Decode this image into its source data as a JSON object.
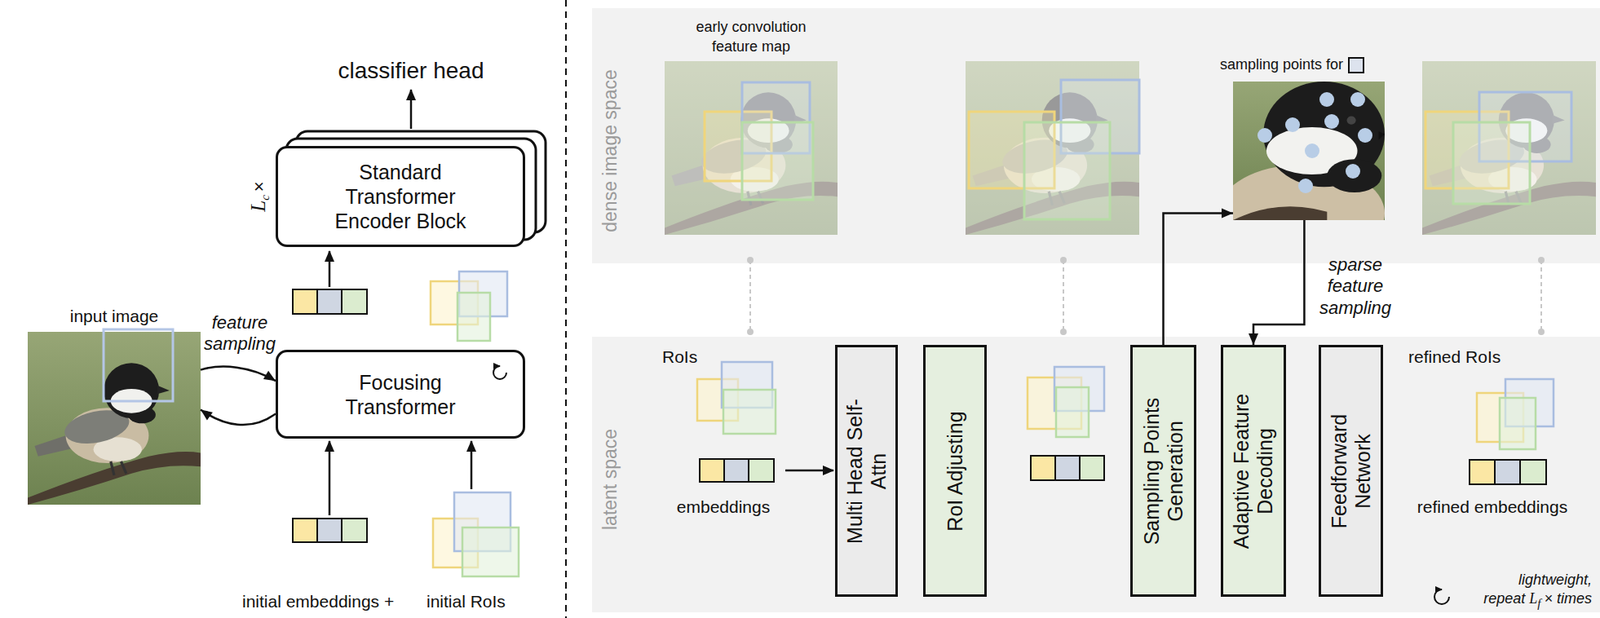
{
  "diagram": {
    "nodes": [
      {
        "text": [
          "Standard Transformer Encoder Block"
        ]
      },
      {
        "text": [
          "Focusing Transformer"
        ]
      },
      {
        "text": [
          "input image"
        ]
      },
      {
        "text": [
          "dense image space"
        ]
      },
      {
        "text": [
          "early convolution feature map"
        ],
        "in": 3
      },
      {
        "text": [
          "sampling points for"
        ],
        "in": 3
      },
      {
        "text": [
          "latent space"
        ]
      },
      {
        "text": [
          "Multi Head Self-Attn"
        ],
        "in": 6
      },
      {
        "text": [
          "RoI Adjusting"
        ],
        "in": 6
      },
      {
        "text": [
          "Sampling Points Generation"
        ],
        "in": 6
      },
      {
        "text": [
          "Adaptive Feature Decoding"
        ],
        "in": 6
      },
      {
        "text": [
          "Feedforward Network"
        ],
        "in": 6
      }
    ],
    "edges": [
      {
        "from": 2,
        "to": 1,
        "label": "feature sampling",
        "arrow": "to"
      },
      {
        "from": 1,
        "to": 2,
        "arrow": "to"
      },
      {
        "from": 9,
        "to": 5,
        "arrow": "to"
      },
      {
        "from": 5,
        "to": 10,
        "label": "sparse feature sampling",
        "arrow": "to"
      }
    ],
    "labels": [
      "classifier head",
      "L",
      "c",
      "×",
      "initial embeddings +",
      "initial RoIs",
      "RoIs",
      "embeddings",
      "refined RoIs",
      "refined embeddings",
      "lightweight,",
      "repeat",
      "L",
      "f",
      "× times"
    ]
  }
}
